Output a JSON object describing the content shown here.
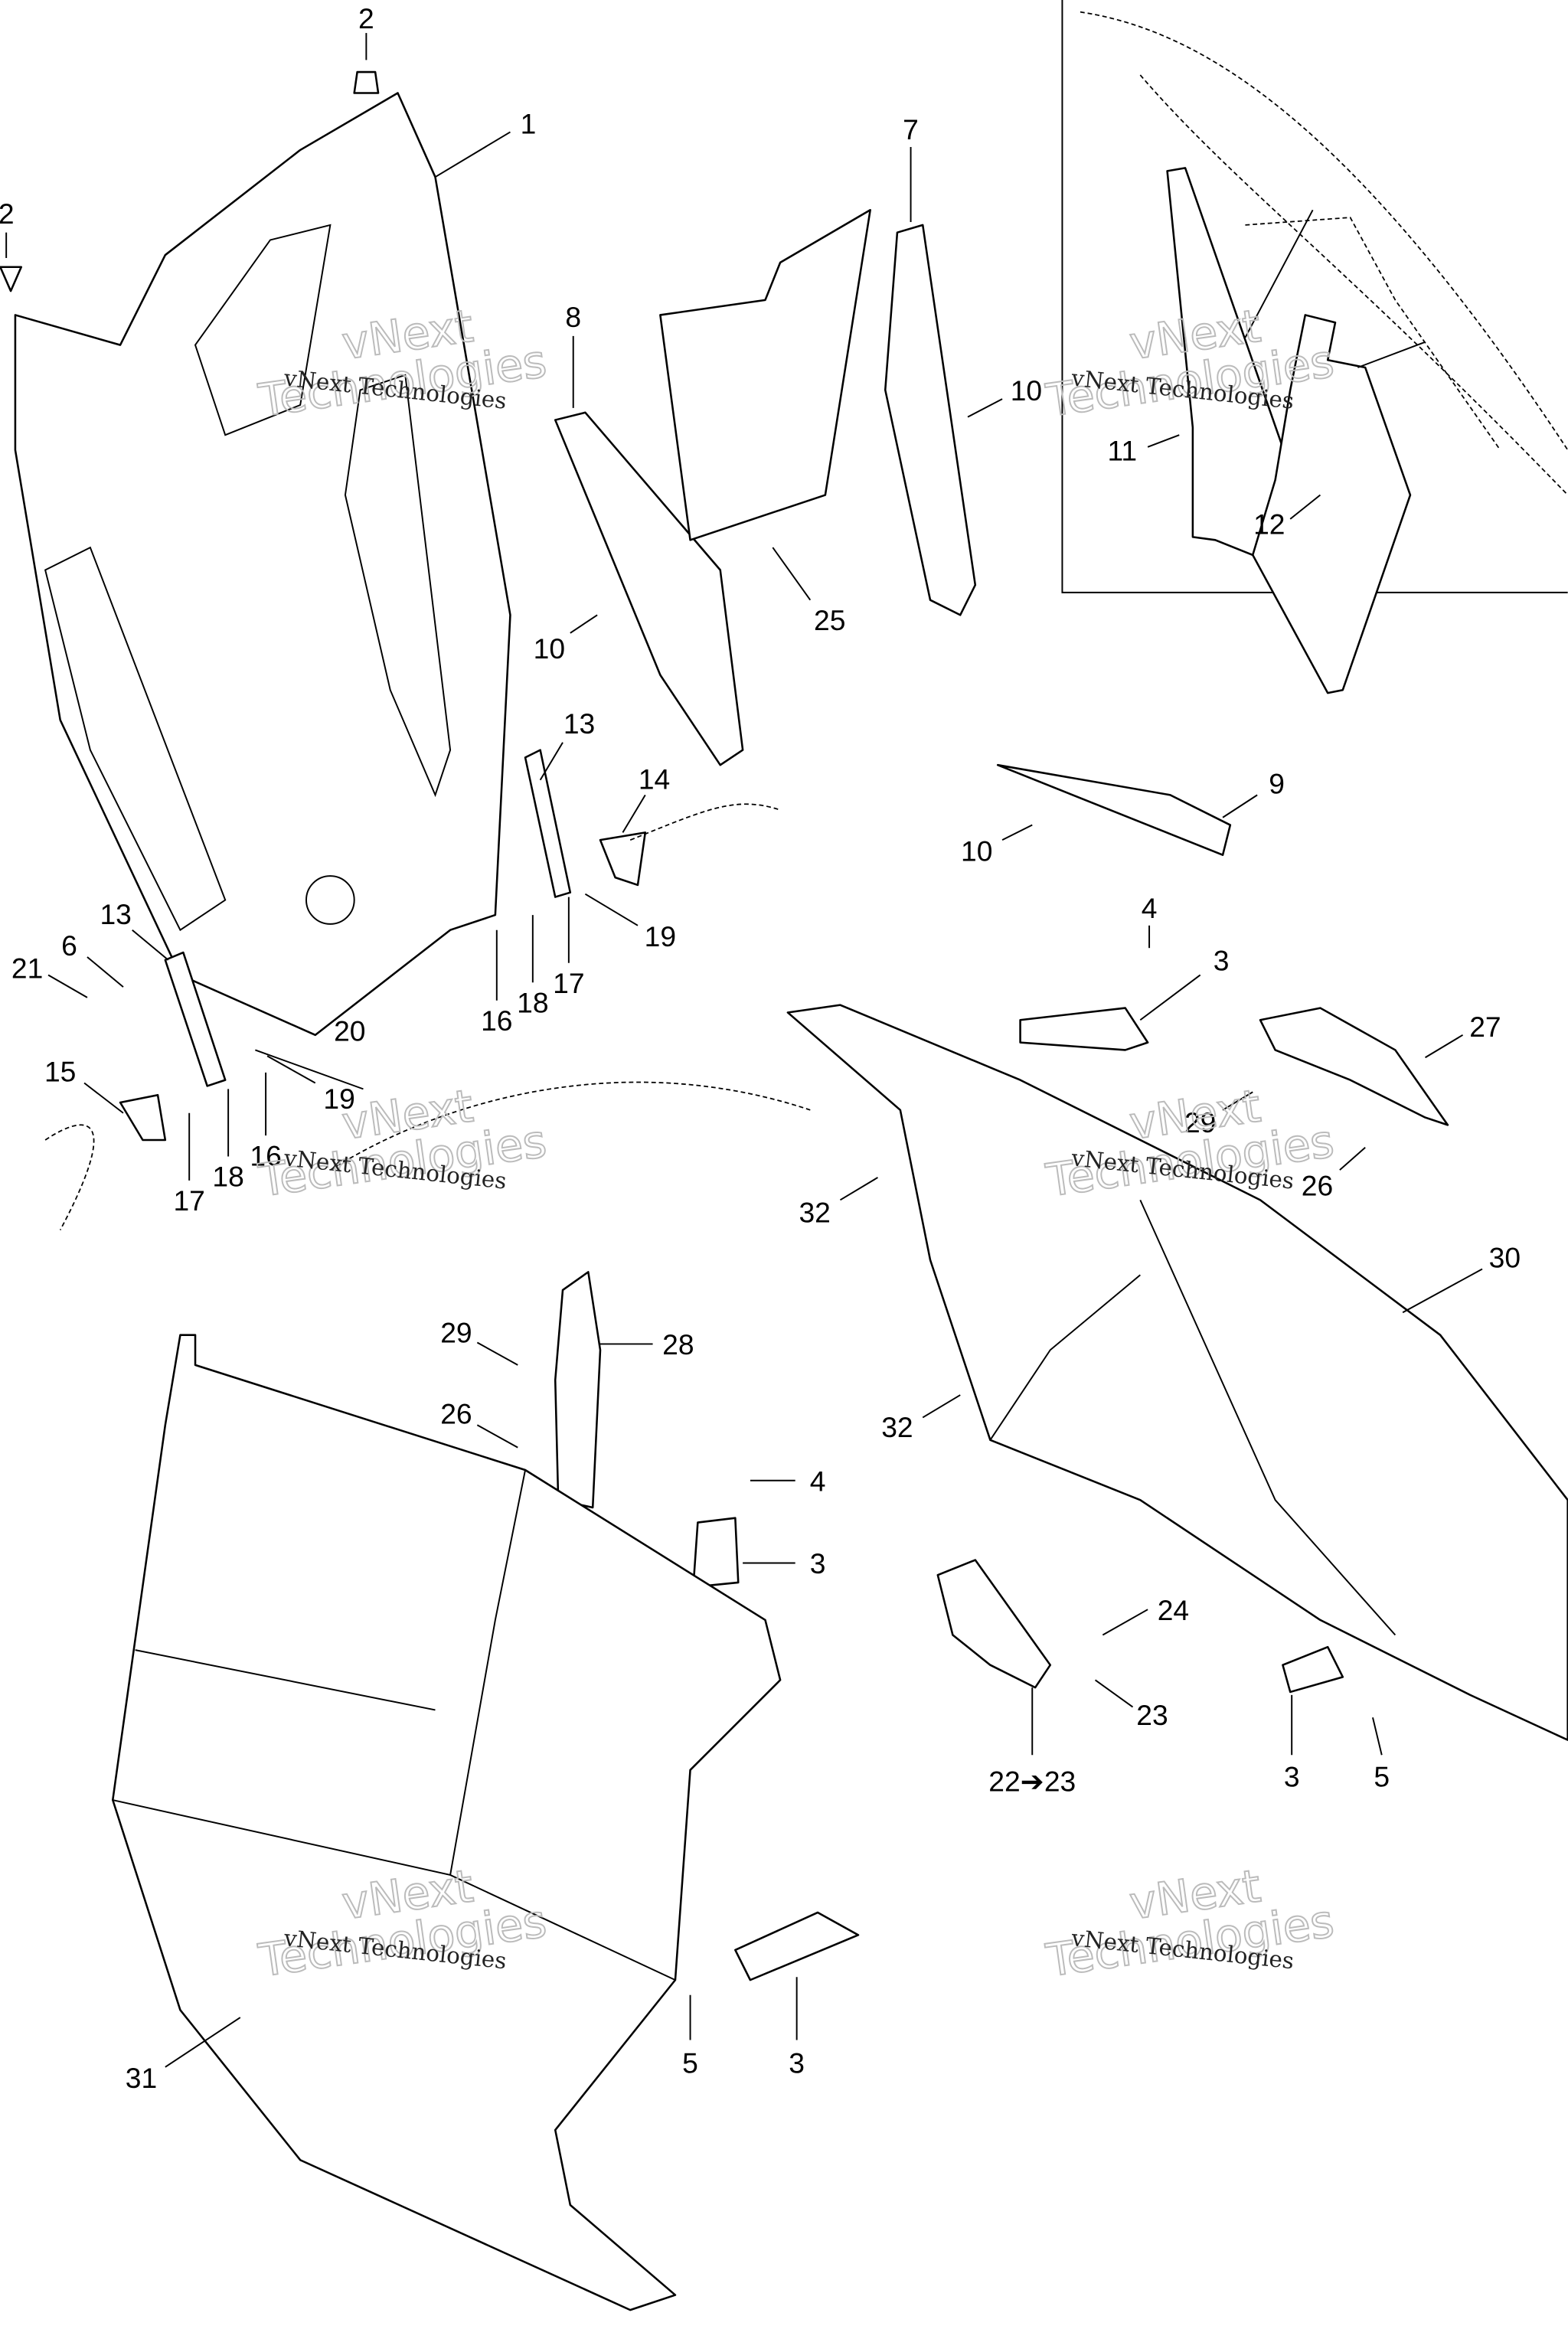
{
  "diagram": {
    "watermark": {
      "line_small": "vNext Technologies",
      "big_line1": "vNext",
      "big_line2": "Technologies"
    },
    "callouts": [
      "2",
      "1",
      "2",
      "7",
      "8",
      "10",
      "10",
      "25",
      "11",
      "12",
      "13",
      "14",
      "9",
      "10",
      "13",
      "6",
      "21",
      "19",
      "17",
      "18",
      "16",
      "20",
      "15",
      "19",
      "16",
      "17",
      "18",
      "4",
      "3",
      "27",
      "29",
      "26",
      "32",
      "30",
      "29",
      "28",
      "26",
      "32",
      "4",
      "3",
      "24",
      "23",
      "22➔23",
      "3",
      "5",
      "31",
      "5",
      "3"
    ]
  }
}
